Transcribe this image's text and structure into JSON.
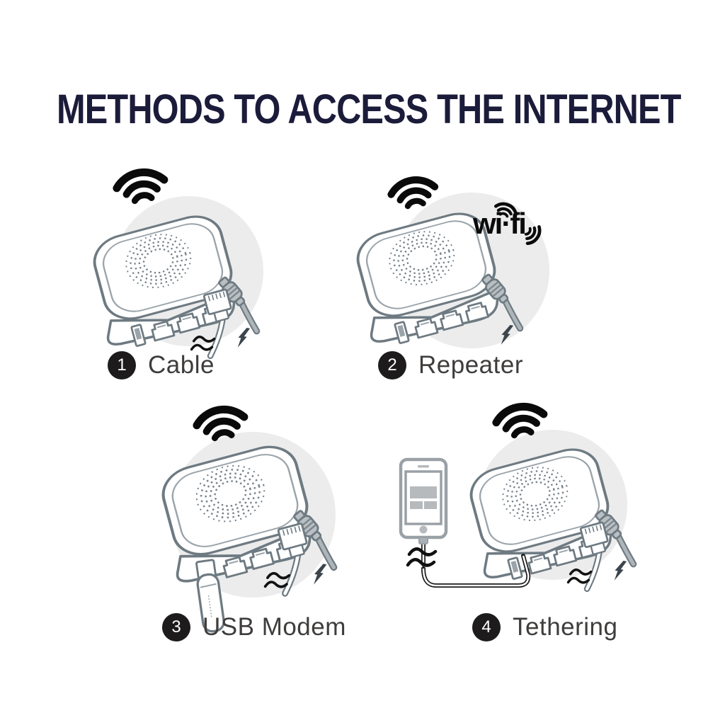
{
  "title": "METHODS TO ACCESS THE INTERNET",
  "wifi_logo_text": "wi·fi",
  "methods": [
    {
      "number": "1",
      "label": "Cable"
    },
    {
      "number": "2",
      "label": "Repeater"
    },
    {
      "number": "3",
      "label": "USB Modem"
    },
    {
      "number": "4",
      "label": "Tethering"
    }
  ],
  "icons": {
    "wifi_signal": "wifi-signal-icon",
    "wifi_logo": "wifi-logo",
    "lightning_bolt": "lightning-bolt-icon",
    "power_plug": "power-plug-icon",
    "ethernet_cable": "ethernet-cable-icon",
    "usb_modem": "usb-modem-dongle-icon",
    "smartphone": "smartphone-icon",
    "router": "wireless-router-illustration"
  },
  "colors": {
    "title": "#1b1b3a",
    "badge_bg": "#1d1b1b",
    "badge_text": "#ffffff",
    "label_text": "#3f3d3c",
    "line_art": "#6e7a82",
    "line_art_light": "#9aa4aa",
    "cable_fill": "#aeb5b9",
    "circle_bg": "#ececec",
    "wifi_black": "#0a0a0a"
  }
}
